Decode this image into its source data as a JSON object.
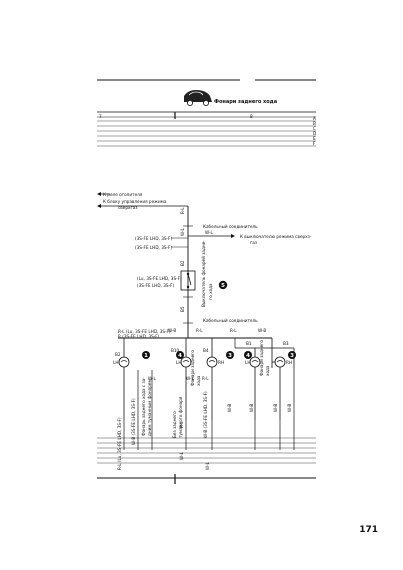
{
  "header": {
    "title": "Фонари заднего хода",
    "columns": [
      "7",
      "8"
    ],
    "row_letters": [
      "A",
      "B",
      "C",
      "D",
      "E",
      "F"
    ]
  },
  "labels": {
    "heater_relay": "К реле отопителя",
    "supercharge_ctrl_1": "К блоку управления режима",
    "supercharge_ctrl_2": "сверхгаз",
    "cable_connector_top": "Кабельный соединитель",
    "to_overdrive_switch_1": "К выключателю режима сверхз-",
    "to_overdrive_switch_2": "газ",
    "model_a_1": "(3S-FE LHD, 3S-F)",
    "model_a_2": "(3S-FE LHD, 3S-F)",
    "model_b_1": "(Lu, 3S-FE LHD, 3S-F)",
    "model_b_2": "(3S-FE LHD, 3S-F)",
    "reverse_switch_1": "Выключатель фонарей задне-",
    "reverse_switch_2": "го хода",
    "cable_connector_bottom": "Кабельный соединитель",
    "pre_junction_1": "R-L (Lu, 3S-FE LHD, 3S-F)",
    "pre_junction_2": "R (3S-FE LHD, 3S-F)",
    "lamp_fog_1": "Фонарь заднего хода с за-",
    "lamp_fog_2": "дним туманным фонарем",
    "lamp_rev_1": "Фонари заднего",
    "lamp_rev_2": "хода",
    "lamp_rev2_1": "Фонари заднего",
    "lamp_rev2_2": "хода",
    "no_fog_1": "Без заднего",
    "no_fog_2": "туманного фонаря",
    "wire_code_1": "R-L (Lu, 3S-FE LHD, 3S-F)",
    "wire_code_2": "W-B (3S-FE LHD, 3S-F)",
    "wire_code_3": "W-B (3S-FE LHD, 3S-F)",
    "wire_code_4": "W-B",
    "wire_code_5": "W-B"
  },
  "wire_tags": [
    "W-L",
    "R-L",
    "W-L",
    "W-B",
    "R-L",
    "R-L",
    "W-B",
    "W-L",
    "W-L",
    "R-L",
    "R-L",
    "W-L",
    "W-B",
    "W-B",
    "W-L"
  ],
  "connector_tags": [
    "B2",
    "B5",
    "B2",
    "B10",
    "B4",
    "B1",
    "B3",
    "LH",
    "RH",
    "LH",
    "RH",
    "LH"
  ],
  "markers": [
    "1",
    "4",
    "3",
    "4",
    "3",
    "5"
  ],
  "page_number": "171",
  "colors": {
    "ink": "#111111",
    "paper": "#ffffff"
  }
}
